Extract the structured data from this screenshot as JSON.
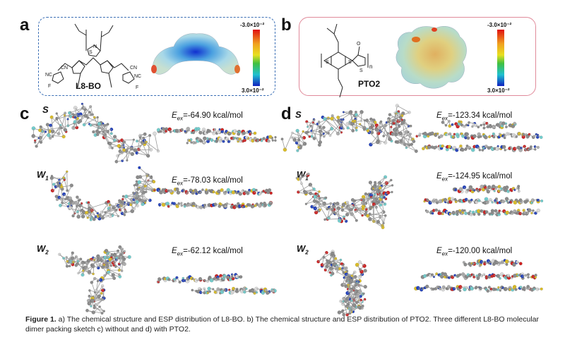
{
  "panels": {
    "a": "a",
    "b": "b",
    "c": "c",
    "d": "d"
  },
  "molecules": {
    "a_name": "L8-BO",
    "b_name": "PTO2",
    "b_subscript": "n"
  },
  "esp_scale": {
    "a_top": "-3.0×10⁻²",
    "a_bottom": "3.0×10⁻²",
    "b_top": "-3.0×10⁻²",
    "b_bottom": "3.0×10⁻²"
  },
  "rows": {
    "c": [
      {
        "label": "S",
        "sub": "",
        "energy_prefix": "E",
        "energy_sub": "ex",
        "energy_value": "=-64.90 kcal/mol"
      },
      {
        "label": "W",
        "sub": "1",
        "energy_prefix": "E",
        "energy_sub": "ex",
        "energy_value": "=-78.03 kcal/mol"
      },
      {
        "label": "W",
        "sub": "2",
        "energy_prefix": "E",
        "energy_sub": "ex",
        "energy_value": "=-62.12 kcal/mol"
      }
    ],
    "d": [
      {
        "label": "S",
        "sub": "",
        "energy_prefix": "E",
        "energy_sub": "ex",
        "energy_value": "=-123.34 kcal/mol"
      },
      {
        "label": "W",
        "sub": "1",
        "energy_prefix": "E",
        "energy_sub": "ex",
        "energy_value": "=-124.95 kcal/mol"
      },
      {
        "label": "W",
        "sub": "2",
        "energy_prefix": "E",
        "energy_sub": "ex",
        "energy_value": "=-120.00 kcal/mol"
      }
    ]
  },
  "caption": {
    "lead": "Figure 1.",
    "text": " a) The chemical structure and ESP distribution of L8-BO. b) The chemical structure and ESP distribution of PTO2. Three different L8-BO molecular dimer packing sketch c) without and d) with PTO2."
  },
  "colors": {
    "box_a_border": "#3b6fb5",
    "box_b_border": "#e08a9a",
    "carbon": "#8a8a8a",
    "sulfur": "#e0c020",
    "nitrogen": "#2040c0",
    "oxygen": "#d02020",
    "fluorine": "#70d0d0"
  }
}
